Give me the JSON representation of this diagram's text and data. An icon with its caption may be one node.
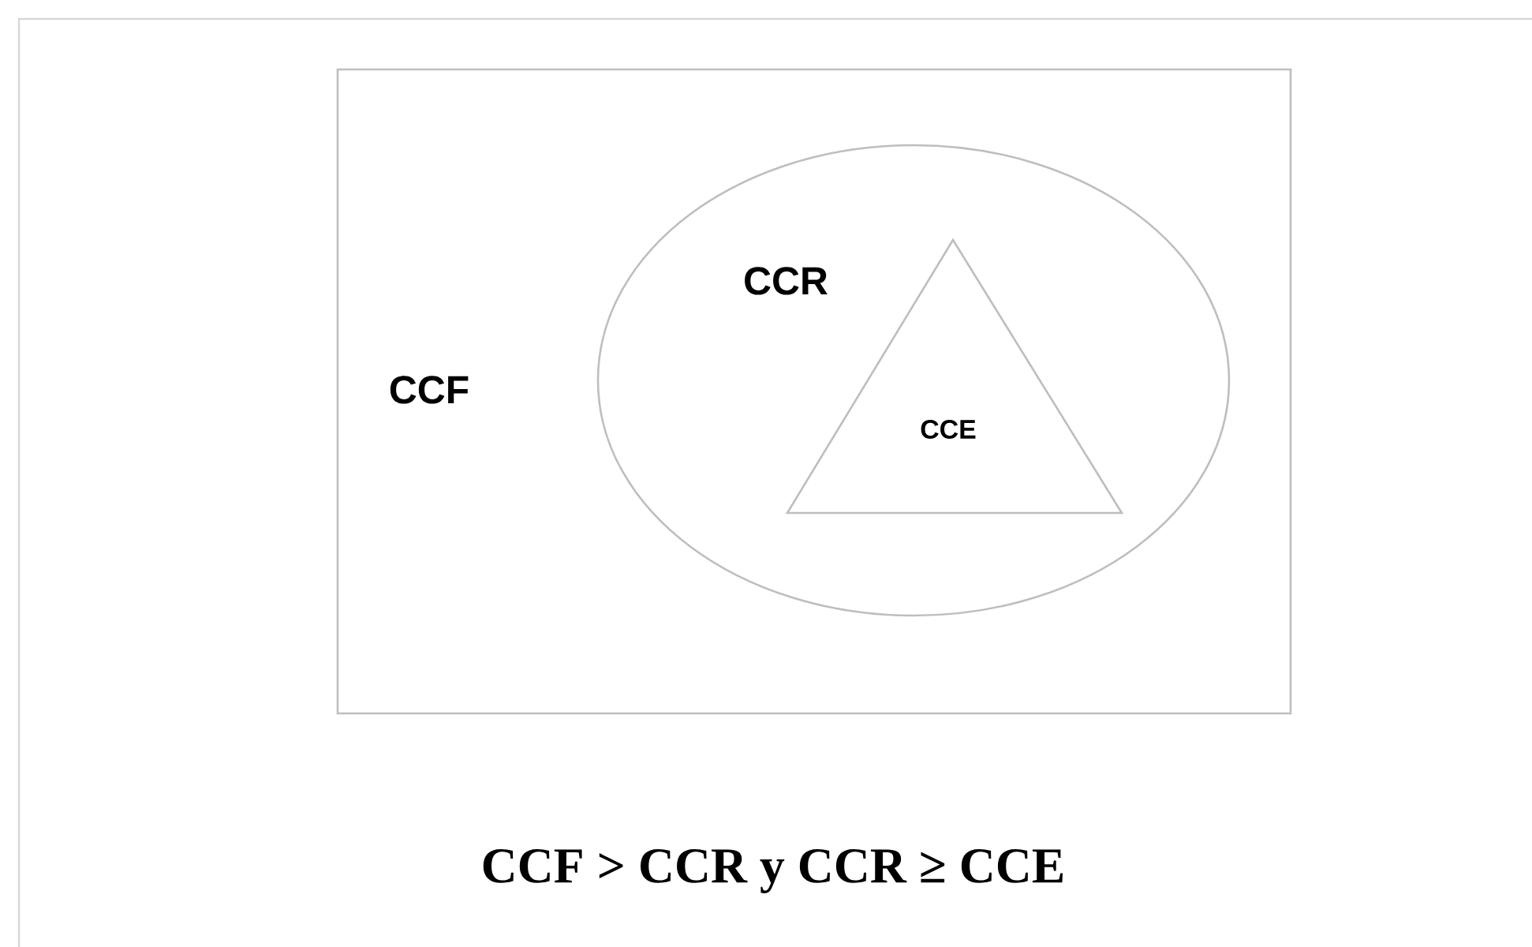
{
  "diagram": {
    "caption": "CCF > CCR y CCR ≥ CCE",
    "nodes": [
      {
        "text": [
          "CCF"
        ]
      },
      {
        "text": [
          "CCR"
        ],
        "in": 0
      },
      {
        "text": [
          "CCE"
        ],
        "in": 1
      }
    ]
  }
}
